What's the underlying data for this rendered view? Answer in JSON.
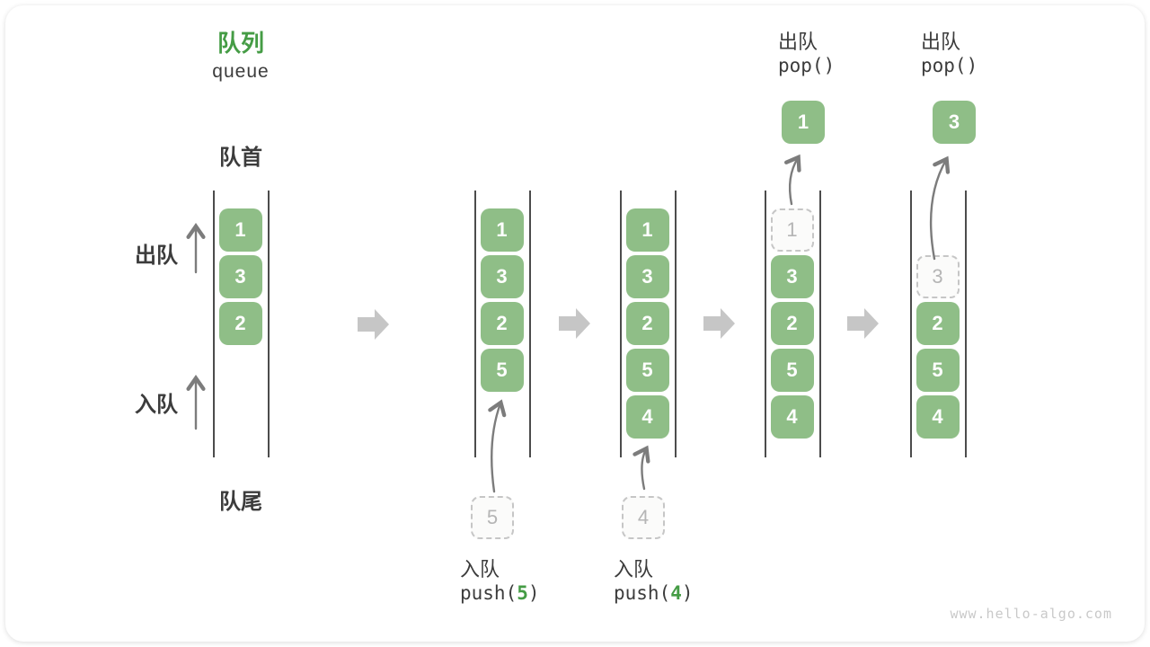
{
  "title": {
    "zh": "队列",
    "en": "queue"
  },
  "labels": {
    "front": "队首",
    "rear": "队尾",
    "dequeue_side": "出队",
    "enqueue_side": "入队"
  },
  "watermark": "www.hello-algo.com",
  "colors": {
    "box_green": "#8FBE87",
    "accent_green": "#459C45",
    "dark_text": "#3C3C3C",
    "wall_line": "#4C4C4C",
    "block_arrow": "#C6C6C6",
    "small_arrow": "#7C7C7C",
    "dashed_border": "#C6C6C6",
    "dashed_text": "#B5B5B5",
    "watermark": "#C9C9C9"
  },
  "states": [
    {
      "name": "initial",
      "cells": [
        {
          "v": "1",
          "row": 0,
          "dashed": false
        },
        {
          "v": "3",
          "row": 1,
          "dashed": false
        },
        {
          "v": "2",
          "row": 2,
          "dashed": false
        }
      ]
    },
    {
      "name": "after-push-5",
      "op": {
        "label": "入队",
        "fn": "push",
        "arg": "5"
      },
      "incoming": "5",
      "cells": [
        {
          "v": "1",
          "row": 0,
          "dashed": false
        },
        {
          "v": "3",
          "row": 1,
          "dashed": false
        },
        {
          "v": "2",
          "row": 2,
          "dashed": false
        },
        {
          "v": "5",
          "row": 3,
          "dashed": false
        }
      ]
    },
    {
      "name": "after-push-4",
      "op": {
        "label": "入队",
        "fn": "push",
        "arg": "4"
      },
      "incoming": "4",
      "cells": [
        {
          "v": "1",
          "row": 0,
          "dashed": false
        },
        {
          "v": "3",
          "row": 1,
          "dashed": false
        },
        {
          "v": "2",
          "row": 2,
          "dashed": false
        },
        {
          "v": "5",
          "row": 3,
          "dashed": false
        },
        {
          "v": "4",
          "row": 4,
          "dashed": false
        }
      ]
    },
    {
      "name": "pop-1",
      "op": {
        "label": "出队",
        "fn": "pop",
        "arg": ""
      },
      "result": "1",
      "cells": [
        {
          "v": "1",
          "row": 0,
          "dashed": true
        },
        {
          "v": "3",
          "row": 1,
          "dashed": false
        },
        {
          "v": "2",
          "row": 2,
          "dashed": false
        },
        {
          "v": "5",
          "row": 3,
          "dashed": false
        },
        {
          "v": "4",
          "row": 4,
          "dashed": false
        }
      ]
    },
    {
      "name": "pop-3",
      "op": {
        "label": "出队",
        "fn": "pop",
        "arg": ""
      },
      "result": "3",
      "cells": [
        {
          "v": "3",
          "row": 1,
          "dashed": true
        },
        {
          "v": "2",
          "row": 2,
          "dashed": false
        },
        {
          "v": "5",
          "row": 3,
          "dashed": false
        },
        {
          "v": "4",
          "row": 4,
          "dashed": false
        }
      ]
    }
  ]
}
